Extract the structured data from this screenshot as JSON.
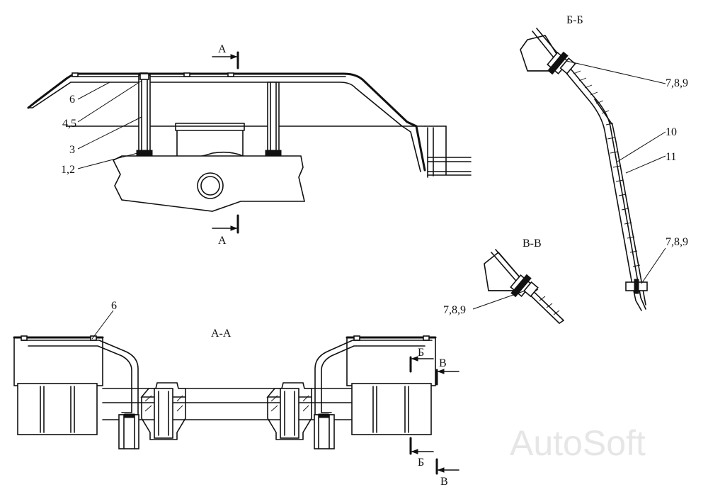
{
  "labels": {
    "section_a_top": "А",
    "section_a_bottom": "А",
    "section_aa_title": "А-А",
    "section_bb_title": "Б-Б",
    "section_vv_title": "В-В",
    "cut_b_top": "Б",
    "cut_v_top": "В",
    "cut_b_bottom": "Б",
    "cut_v_bottom": "В"
  },
  "callouts": {
    "side_view": [
      "6",
      "4,5",
      "3",
      "1,2"
    ],
    "section_aa": [
      "6"
    ],
    "section_bb": [
      "7,8,9",
      "10",
      "11",
      "7,8,9"
    ],
    "section_vv": [
      "7,8,9"
    ]
  },
  "watermark": "AutoSoft"
}
